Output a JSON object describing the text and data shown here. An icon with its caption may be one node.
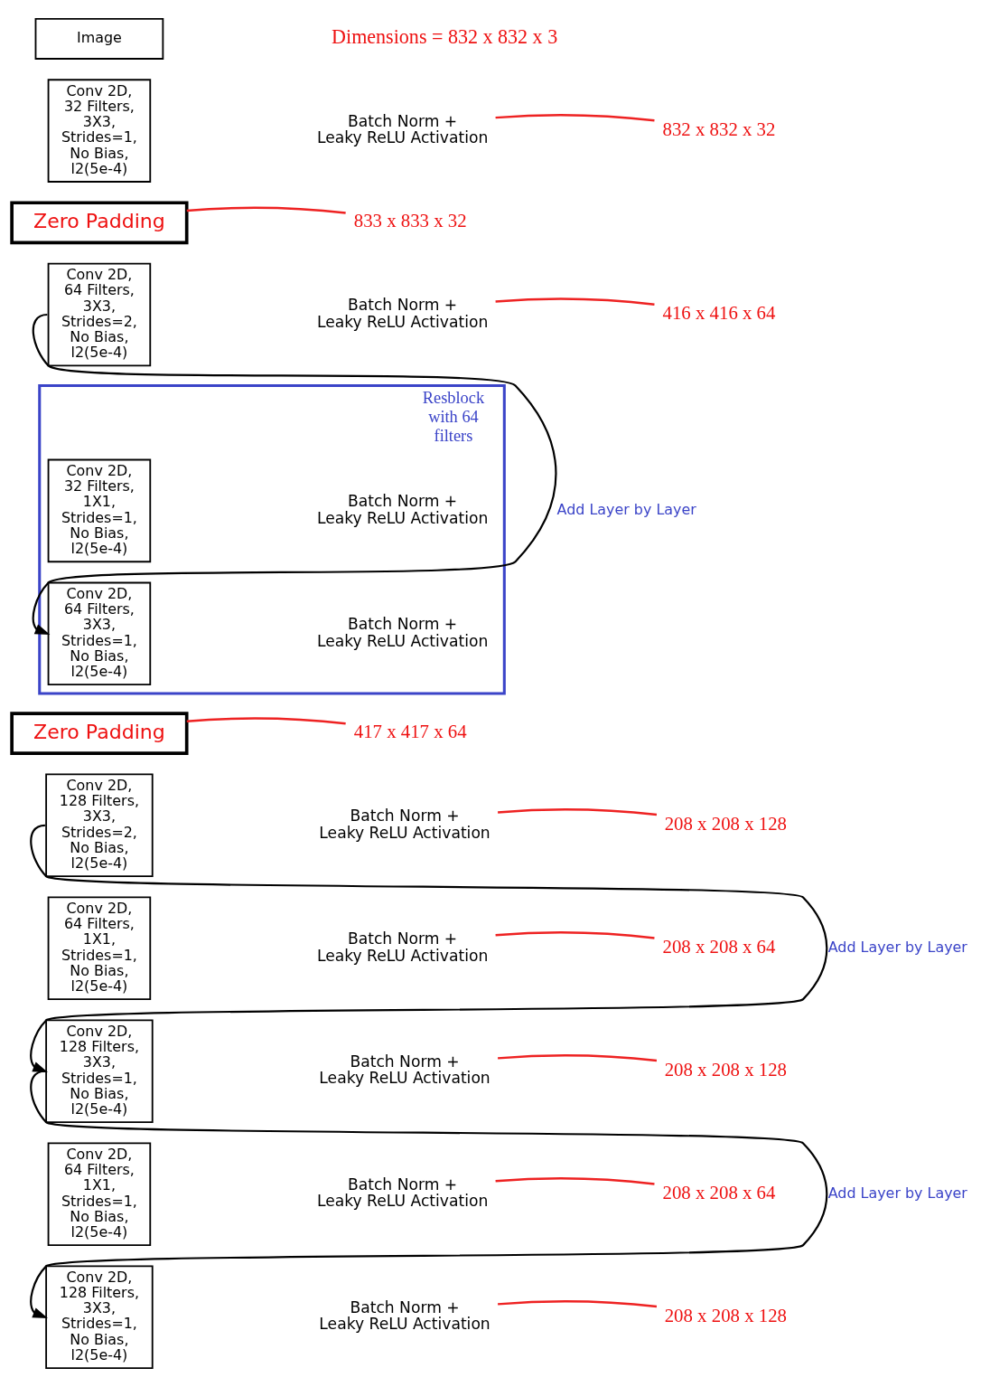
{
  "diagram": {
    "nodes": [
      {
        "text": [
          "Image"
        ]
      },
      {
        "text": [
          "Conv 2D, 32 Filters, 3X3, Strides=1, No Bias, l2(5e-4)"
        ]
      },
      {
        "text": [
          "Batch Norm + Leaky ReLU Activation"
        ]
      },
      {
        "text": [
          "832 x 832 x 32"
        ]
      },
      {
        "text": [
          "Zero Padding"
        ]
      },
      {
        "text": [
          "833 x 833 x 32"
        ]
      },
      {
        "text": [
          "Conv 2D, 64 Filters, 3X3, Strides=2, No Bias, l2(5e-4)"
        ]
      },
      {
        "text": [
          "Batch Norm + Leaky ReLU Activation"
        ]
      },
      {
        "text": [
          "416 x 416 x 64"
        ]
      },
      {
        "text": [
          "Resblock with 64 filters"
        ]
      },
      {
        "text": [
          "Conv 2D, 32 Filters, 1X1, Strides=1, No Bias, l2(5e-4)"
        ],
        "in": 9
      },
      {
        "text": [
          "Batch Norm + Leaky ReLU Activation"
        ],
        "in": 9
      },
      {
        "text": [
          "Conv 2D, 64 Filters, 3X3, Strides=1, No Bias, l2(5e-4)"
        ],
        "in": 9
      },
      {
        "text": [
          "Batch Norm + Leaky ReLU Activation"
        ],
        "in": 9
      },
      {
        "text": [
          "Zero Padding"
        ]
      },
      {
        "text": [
          "417 x 417 x 64"
        ]
      },
      {
        "text": [
          "Conv 2D, 128 Filters, 3X3, Strides=2, No Bias, l2(5e-4)"
        ]
      },
      {
        "text": [
          "Batch Norm + Leaky ReLU Activation"
        ]
      },
      {
        "text": [
          "208 x 208 x 128"
        ]
      },
      {
        "text": [
          "Conv 2D, 64 Filters, 1X1, Strides=1, No Bias, l2(5e-4)"
        ]
      },
      {
        "text": [
          "Batch Norm + Leaky ReLU Activation"
        ]
      },
      {
        "text": [
          "208 x 208 x 64"
        ]
      },
      {
        "text": [
          "Conv 2D, 128 Filters, 3X3, Strides=1, No Bias, l2(5e-4)"
        ]
      },
      {
        "text": [
          "Batch Norm + Leaky ReLU Activation"
        ]
      },
      {
        "text": [
          "208 x 208 x 128"
        ]
      },
      {
        "text": [
          "Conv 2D, 64 Filters, 1X1, Strides=1, No Bias, l2(5e-4)"
        ]
      },
      {
        "text": [
          "Batch Norm + Leaky ReLU Activation"
        ]
      },
      {
        "text": [
          "208 x 208 x 64"
        ]
      },
      {
        "text": [
          "Conv 2D, 128 Filters, 3X3, Strides=1, No Bias, l2(5e-4)"
        ]
      },
      {
        "text": [
          "Batch Norm + Leaky ReLU Activation"
        ]
      },
      {
        "text": [
          "208 x 208 x 128"
        ]
      }
    ],
    "edges": [
      {
        "from": 2,
        "to": 3,
        "arrow": "none"
      },
      {
        "from": 4,
        "to": 5,
        "arrow": "none"
      },
      {
        "from": 7,
        "to": 8,
        "arrow": "none"
      },
      {
        "from": 6,
        "to": 12,
        "arrow": "to",
        "label": "Add Layer by Layer",
        "color": "#000000"
      },
      {
        "from": 14,
        "to": 15,
        "arrow": "none"
      },
      {
        "from": 17,
        "to": 18,
        "arrow": "none"
      },
      {
        "from": 16,
        "to": 22,
        "arrow": "to",
        "label": "Add Layer by Layer",
        "color": "#000000"
      },
      {
        "from": 20,
        "to": 21,
        "arrow": "none"
      },
      {
        "from": 23,
        "to": 24,
        "arrow": "none"
      },
      {
        "from": 22,
        "to": 28,
        "arrow": "to",
        "label": "Add Layer by Layer",
        "color": "#000000"
      },
      {
        "from": 26,
        "to": 27,
        "arrow": "none"
      },
      {
        "from": 29,
        "to": 30,
        "arrow": "none"
      }
    ],
    "labels": [
      "Dimensions = 832 x 832 x 3"
    ]
  }
}
